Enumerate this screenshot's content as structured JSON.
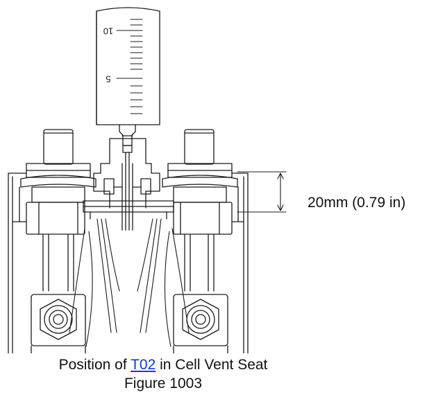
{
  "dimension": {
    "label": "20mm (0.79 in)"
  },
  "syringe": {
    "scale_marks": [
      "10",
      "5"
    ]
  },
  "caption": {
    "prefix": "Position of ",
    "link_text": "T02",
    "suffix": " in Cell Vent Seat",
    "figure_number": "Figure 1003"
  },
  "colors": {
    "line": "#1a1a1a",
    "link": "#0b3bd1"
  }
}
